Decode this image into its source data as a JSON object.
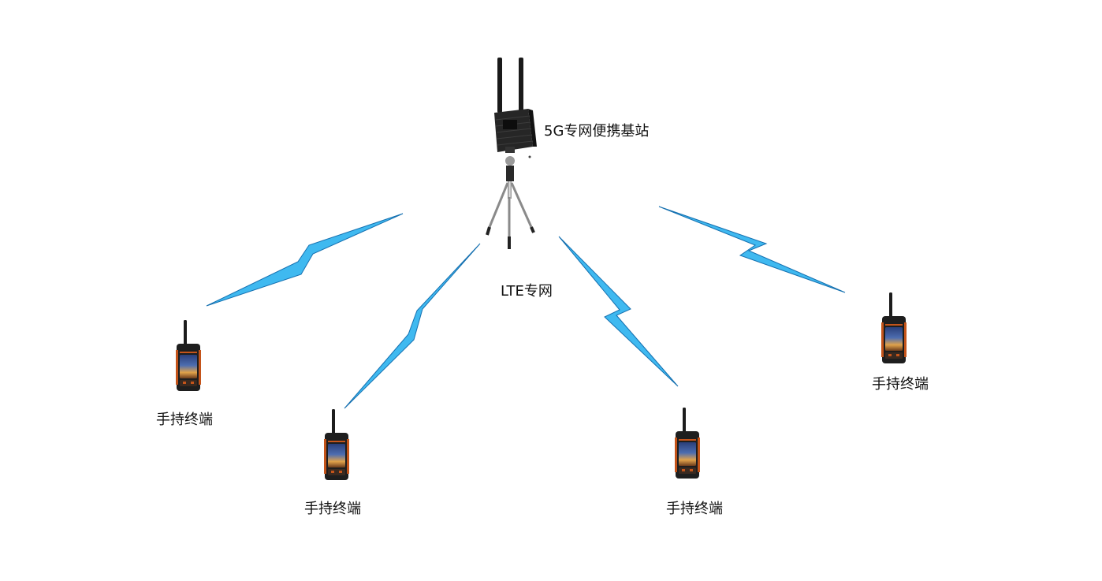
{
  "base_station": {
    "label": "5G专网便携基站"
  },
  "network": {
    "label": "LTE专网"
  },
  "terminals": [
    {
      "label": "手持终端"
    },
    {
      "label": "手持终端"
    },
    {
      "label": "手持终端"
    },
    {
      "label": "手持终端"
    }
  ],
  "colors": {
    "signal_fill": "#3fb9f0",
    "signal_edge": "#1570b0",
    "device_body": "#2c2c2c",
    "terminal_accent": "#c4541a"
  },
  "icons": {
    "base_station": "base-station-icon",
    "tripod": "tripod-icon",
    "terminal": "handheld-terminal-icon",
    "signal": "lightning-signal-icon"
  }
}
